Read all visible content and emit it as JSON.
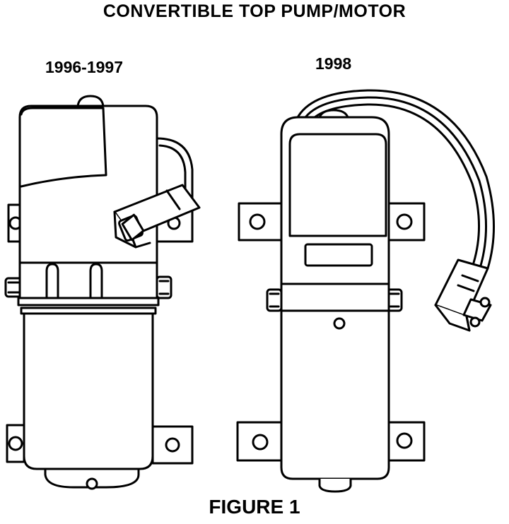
{
  "title": "CONVERTIBLE TOP PUMP/MOTOR",
  "left_label": "1996-1997",
  "right_label": "1998",
  "caption": "FIGURE 1"
}
